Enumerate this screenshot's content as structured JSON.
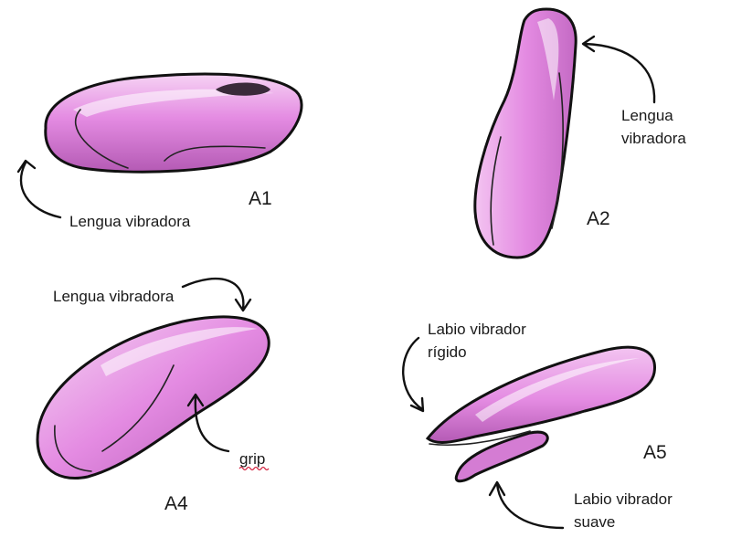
{
  "colors": {
    "body": "#e48be2",
    "body_light": "#f3c4f1",
    "body_shade": "#b45ab4",
    "outline": "#111111",
    "spellcheck": "#d21f3c"
  },
  "sketches": {
    "a1": {
      "id": "A1",
      "callouts": [
        {
          "line1": "Lengua vibradora"
        }
      ]
    },
    "a2": {
      "id": "A2",
      "callouts": [
        {
          "line1": "Lengua",
          "line2": "vibradora"
        }
      ]
    },
    "a4": {
      "id": "A4",
      "callouts": [
        {
          "line1": "Lengua vibradora"
        },
        {
          "line1": "grip"
        }
      ]
    },
    "a5": {
      "id": "A5",
      "callouts": [
        {
          "line1": "Labio vibrador",
          "line2": "rígido"
        },
        {
          "line1": "Labio vibrador",
          "line2": "suave"
        }
      ]
    }
  }
}
